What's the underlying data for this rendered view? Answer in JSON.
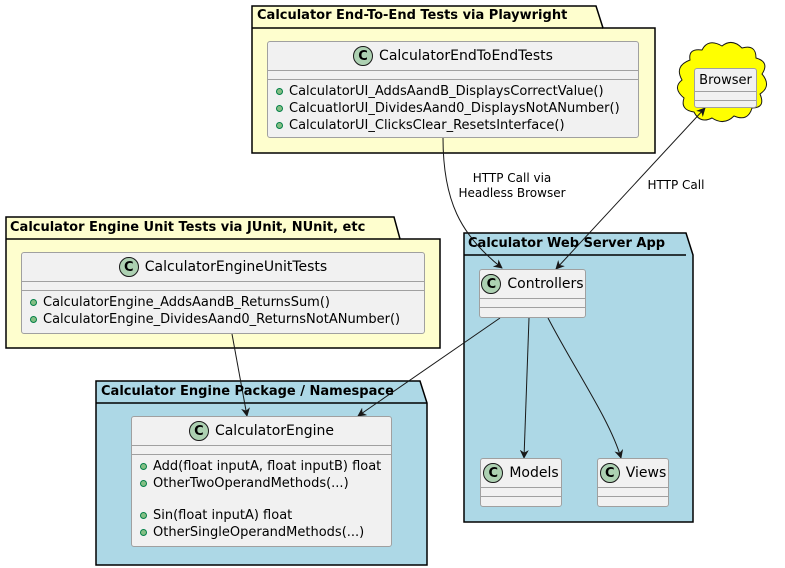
{
  "packages": {
    "e2e": {
      "title": "Calculator End-To-End Tests via Playwright"
    },
    "unit": {
      "title": "Calculator Engine Unit Tests via JUnit, NUnit, etc"
    },
    "engine": {
      "title": "Calculator Engine Package / Namespace"
    },
    "web": {
      "title": "Calculator Web Server App"
    }
  },
  "classes": {
    "e2e_tests": {
      "name": "CalculatorEndToEndTests",
      "badge": "C",
      "members": [
        "CalculatorUI_AddsAandB_DisplaysCorrectValue()",
        "CalcuatlorUI_DividesAand0_DisplaysNotANumber()",
        "CalculatorUI_ClicksClear_ResetsInterface()"
      ]
    },
    "unit_tests": {
      "name": "CalculatorEngineUnitTests",
      "badge": "C",
      "members": [
        "CalculatorEngine_AddsAandB_ReturnsSum()",
        "CalculatorEngine_DividesAand0_ReturnsNotANumber()"
      ]
    },
    "engine": {
      "name": "CalculatorEngine",
      "badge": "C",
      "members_group1": [
        "Add(float inputA, float inputB) float",
        "OtherTwoOperandMethods(...)"
      ],
      "members_group2": [
        "Sin(float inputA) float",
        "OtherSingleOperandMethods(...)"
      ]
    },
    "controllers": {
      "name": "Controllers",
      "badge": "C"
    },
    "models": {
      "name": "Models",
      "badge": "C"
    },
    "views": {
      "name": "Views",
      "badge": "C"
    }
  },
  "browser": {
    "label": "Browser"
  },
  "edges": {
    "e2e_to_controllers": "HTTP Call via\nHeadless Browser",
    "browser_to_controllers": "HTTP Call"
  },
  "colors": {
    "note_yellow": "#fefece",
    "package_blue": "#add8e6",
    "cloud_yellow": "#ffff00",
    "class_bg": "#f1f1f1",
    "badge_green": "#add1b2",
    "line": "#181818"
  }
}
